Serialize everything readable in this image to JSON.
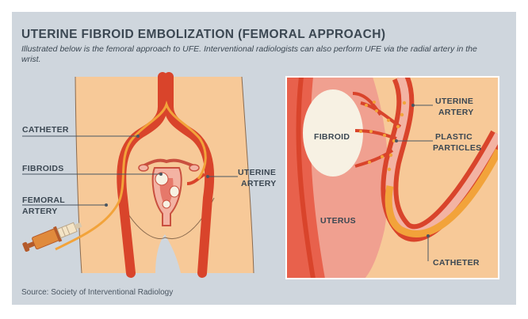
{
  "header": {
    "title": "UTERINE FIBROID EMBOLIZATION (FEMORAL APPROACH)",
    "subtitle": "Illustrated below is the femoral approach to UFE. Interventional radiologists can also perform UFE via the radial artery in the wrist."
  },
  "left_diagram": {
    "labels": {
      "catheter": "CATHETER",
      "fibroids": "FIBROIDS",
      "femoral_line1": "FEMORAL",
      "femoral_line2": "ARTERY",
      "uterine_line1": "UTERINE",
      "uterine_line2": "ARTERY"
    }
  },
  "right_diagram": {
    "labels": {
      "fibroid": "FIBROID",
      "uterus": "UTERUS",
      "uterine_line1": "UTERINE",
      "uterine_line2": "ARTERY",
      "particles_line1": "PLASTIC",
      "particles_line2": "PARTICLES",
      "catheter": "CATHETER"
    }
  },
  "footer": {
    "source": "Source: Society of Interventional Radiology"
  },
  "colors": {
    "panel_bg": "#cfd6dd",
    "skin": "#f7c998",
    "artery": "#d9442b",
    "catheter": "#f2a33a",
    "uterus_pink": "#f3b3a3",
    "fibroid": "#f7f1e3",
    "text": "#3b4752"
  }
}
